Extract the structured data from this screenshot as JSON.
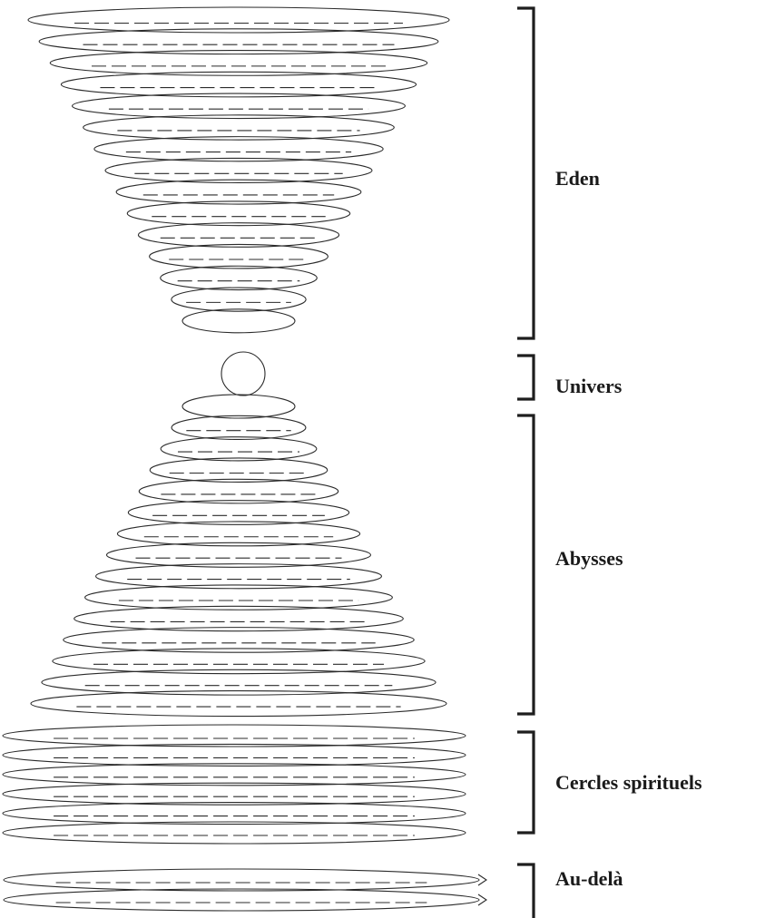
{
  "sections": [
    {
      "id": "eden",
      "label": "Eden"
    },
    {
      "id": "univers",
      "label": "Univers"
    },
    {
      "id": "abysses",
      "label": "Abysses"
    },
    {
      "id": "cercles",
      "label": "Cercles spirituels"
    },
    {
      "id": "au-dela",
      "label": "Au-delà"
    }
  ],
  "ring_counts": {
    "eden": 15,
    "univers": 1,
    "abysses": 15,
    "cercles": 6,
    "au-dela": 2
  }
}
